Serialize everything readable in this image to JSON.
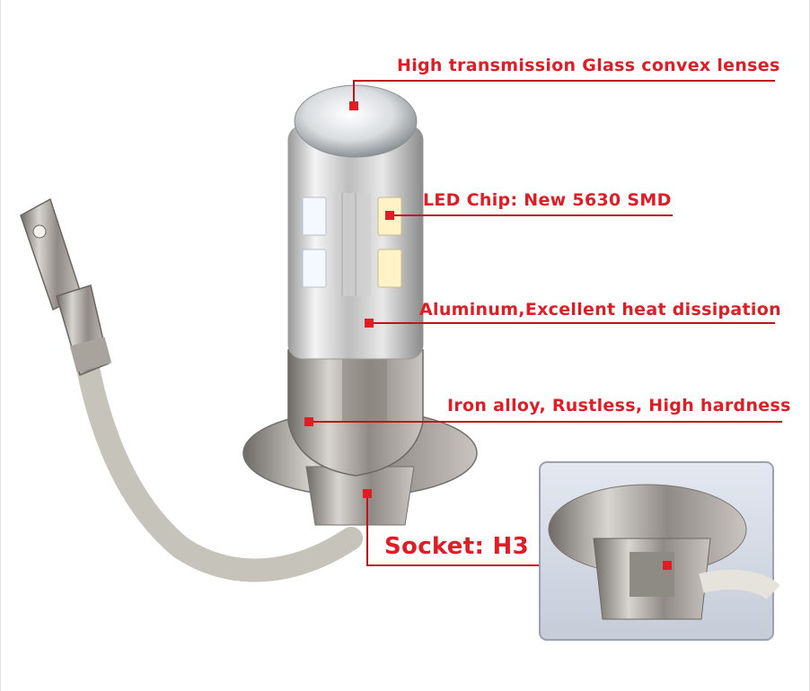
{
  "callouts": {
    "lens": "High transmission Glass convex lenses",
    "chip": "LED Chip: New 5630 SMD",
    "aluminum": "Aluminum,Excellent heat dissipation",
    "iron": "Iron alloy, Rustless, High hardness",
    "socket": "Socket: H3"
  },
  "colors": {
    "accent": "#e01c24",
    "line": "#c0121a"
  }
}
